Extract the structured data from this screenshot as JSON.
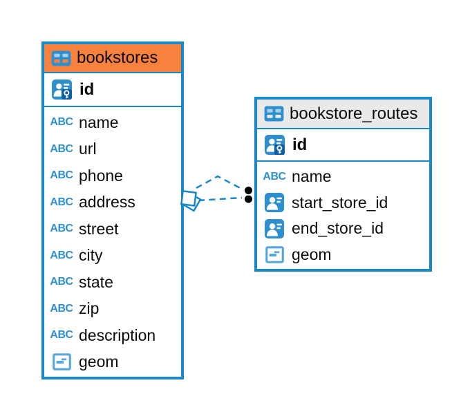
{
  "tables": [
    {
      "name": "bookstores",
      "header_color": "#f8813e",
      "columns": [
        {
          "name": "id",
          "type": "primary-key"
        },
        {
          "name": "name",
          "type": "text"
        },
        {
          "name": "url",
          "type": "text"
        },
        {
          "name": "phone",
          "type": "text"
        },
        {
          "name": "address",
          "type": "text"
        },
        {
          "name": "street",
          "type": "text"
        },
        {
          "name": "city",
          "type": "text"
        },
        {
          "name": "state",
          "type": "text"
        },
        {
          "name": "zip",
          "type": "text"
        },
        {
          "name": "description",
          "type": "text"
        },
        {
          "name": "geom",
          "type": "geometry"
        }
      ]
    },
    {
      "name": "bookstore_routes",
      "header_color": "#e9e9e9",
      "columns": [
        {
          "name": "id",
          "type": "primary-key"
        },
        {
          "name": "name",
          "type": "text"
        },
        {
          "name": "start_store_id",
          "type": "foreign-key"
        },
        {
          "name": "end_store_id",
          "type": "foreign-key"
        },
        {
          "name": "geom",
          "type": "geometry"
        }
      ]
    }
  ],
  "icons": {
    "text_type_label": "ABC"
  },
  "colors": {
    "table_border_blue": "#1789ca",
    "bookstores_header_orange": "#f8813e",
    "routes_header_gray": "#e9e9e9",
    "icon_blue": "#2e8fce",
    "icon_cell_light_blue": "#a7d2ed",
    "key_badge_dark_blue": "#0b5fa8",
    "geometry_icon_blue": "#58a7da",
    "connector_blue": "#1789ca",
    "many_end_marker_black": "#000000",
    "text_black": "#0b0b0b"
  }
}
